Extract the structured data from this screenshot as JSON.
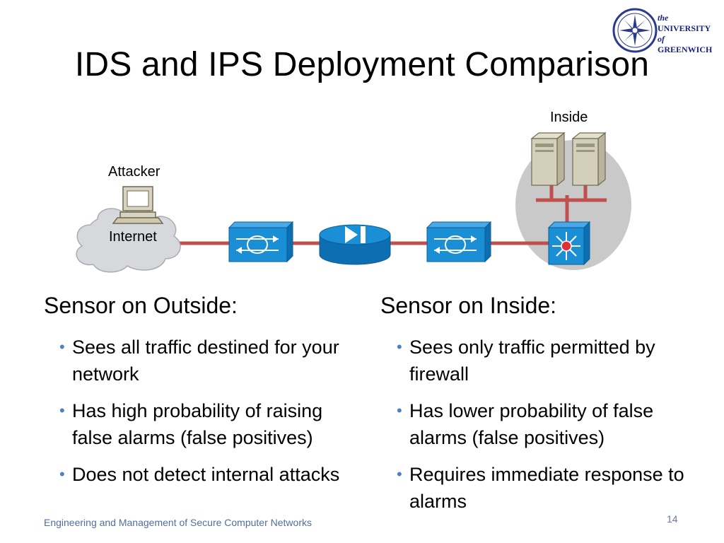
{
  "slide": {
    "title": "IDS and IPS Deployment Comparison",
    "logo": {
      "line1": "the",
      "line2": "UNIVERSITY",
      "line3": "of",
      "line4": "GREENWICH",
      "icon": "compass-rose-seal-icon"
    },
    "diagram": {
      "attacker_label": "Attacker",
      "internet_label": "Internet",
      "inside_label": "Inside",
      "colors": {
        "link": "#c0504d",
        "device": "#1a8fd6",
        "cloud": "#d6d8db",
        "inside_zone": "#c8c8c8"
      }
    },
    "left": {
      "heading": "Sensor on Outside:",
      "bullets": [
        "Sees all traffic destined for your network",
        "Has high probability of raising false alarms (false positives)",
        "Does not detect internal attacks"
      ]
    },
    "right": {
      "heading": "Sensor on Inside:",
      "bullets": [
        "Sees only traffic permitted by firewall",
        "Has lower probability of false alarms (false positives)",
        "Requires immediate response to alarms"
      ]
    },
    "footer": "Engineering and Management of Secure Computer Networks",
    "page_number": "14"
  }
}
